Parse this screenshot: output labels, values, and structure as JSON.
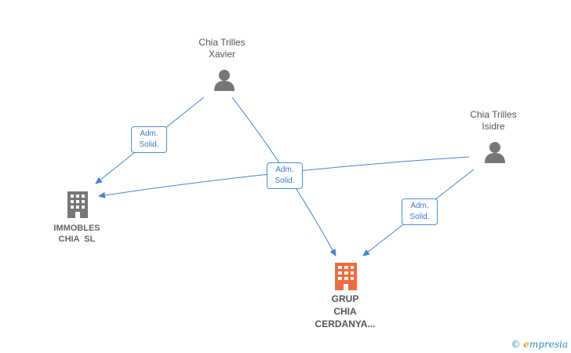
{
  "nodes": {
    "xavier": {
      "label_line1": "Chia Trilles",
      "label_line2": "Xavier",
      "kind": "person"
    },
    "isidre": {
      "label_line1": "Chia Trilles",
      "label_line2": "Isidre",
      "kind": "person"
    },
    "immobles": {
      "label_line1": "IMMOBLES",
      "label_line2": "CHIA  SL",
      "kind": "company"
    },
    "grup": {
      "label_line1": "GRUP",
      "label_line2": "CHIA",
      "label_line3": "CERDANYA...",
      "kind": "company-focus"
    }
  },
  "edges": [
    {
      "from": "xavier",
      "to": "immobles",
      "label_line1": "Adm.",
      "label_line2": "Solid."
    },
    {
      "from": "xavier",
      "to": "grup",
      "label_line1": "Adm.",
      "label_line2": "Solid."
    },
    {
      "from": "isidre",
      "to": "immobles",
      "label_line1": "Adm.",
      "label_line2": "Solid."
    },
    {
      "from": "isidre",
      "to": "grup",
      "label_line1": "Adm.",
      "label_line2": "Solid."
    }
  ],
  "colors": {
    "edge": "#3d85d6",
    "person_icon": "#777777",
    "company_icon": "#777777",
    "focus_company_icon": "#f26a3d"
  },
  "credit": {
    "copyright": "©",
    "brand_e": "e",
    "brand_rest": "mpresia"
  }
}
